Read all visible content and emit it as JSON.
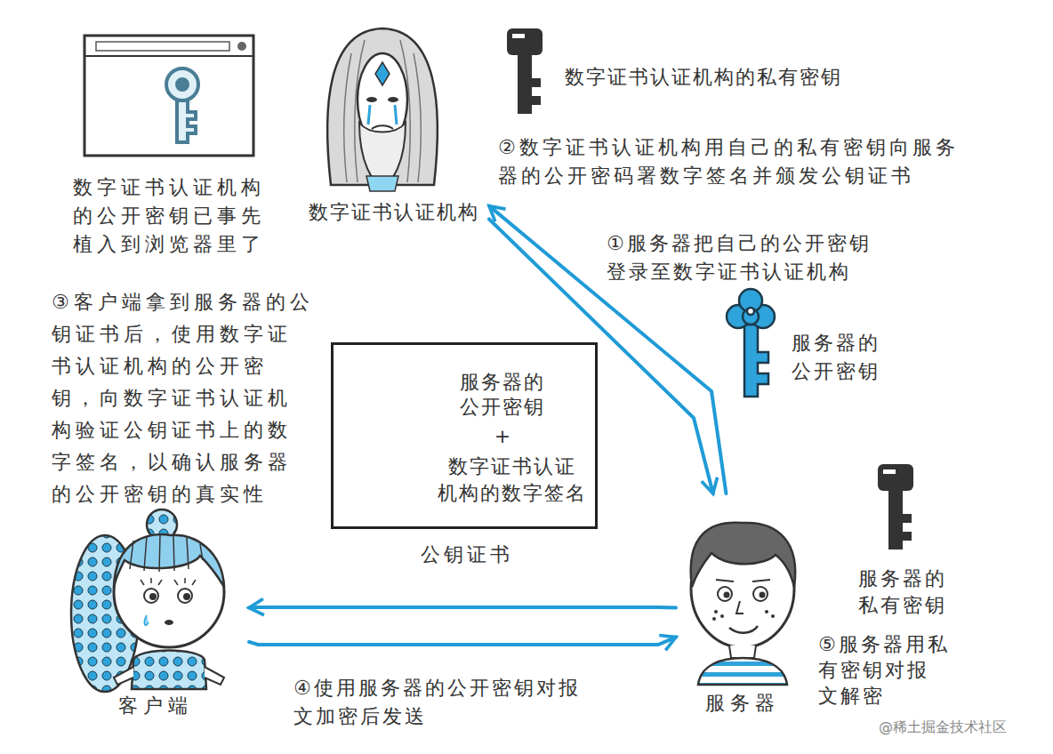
{
  "diagram": {
    "nodes": [
      {
        "text": [
          "数字证书认证机构 的公开密钥已事先 植入到浏览器里了"
        ]
      },
      {
        "text": [
          "数字证书认证机构"
        ]
      },
      {
        "text": [
          "服务器的 公开密钥",
          "+",
          "数字证书认证 机构的数字签名",
          "公钥证书"
        ]
      },
      {
        "text": [
          "客户端"
        ]
      },
      {
        "text": [
          "服务器"
        ]
      }
    ],
    "edges": [
      {
        "from": 1,
        "to": 4,
        "arrow": "to"
      },
      {
        "from": 4,
        "to": 1,
        "arrow": "to"
      },
      {
        "from": 4,
        "to": 3,
        "arrow": "to"
      },
      {
        "from": 3,
        "to": 4,
        "arrow": "to"
      }
    ],
    "labels": [
      "数字证书认证机构的私有密钥",
      "②数字证书认证机构用自己的私有密钥向服务 器的公开密码署数字签名并颁发公钥证书",
      "①服务器把自己的公开密钥 登录至数字证书认证机构",
      "服务器的 公开密钥",
      "③客户端拿到服务器的公 钥证书后，使用数字证 书认证机构的公开密 钥，向数字证书认证机 构验证公钥证书上的数 字签名，以确认服务器 的公开密钥的真实性",
      "④使用服务器的公开密钥对报 文加密后发送",
      "服务器的 私有密钥",
      "⑤服务器用私 有密钥对报 文解密",
      "@稀土掘金技术社区"
    ]
  }
}
